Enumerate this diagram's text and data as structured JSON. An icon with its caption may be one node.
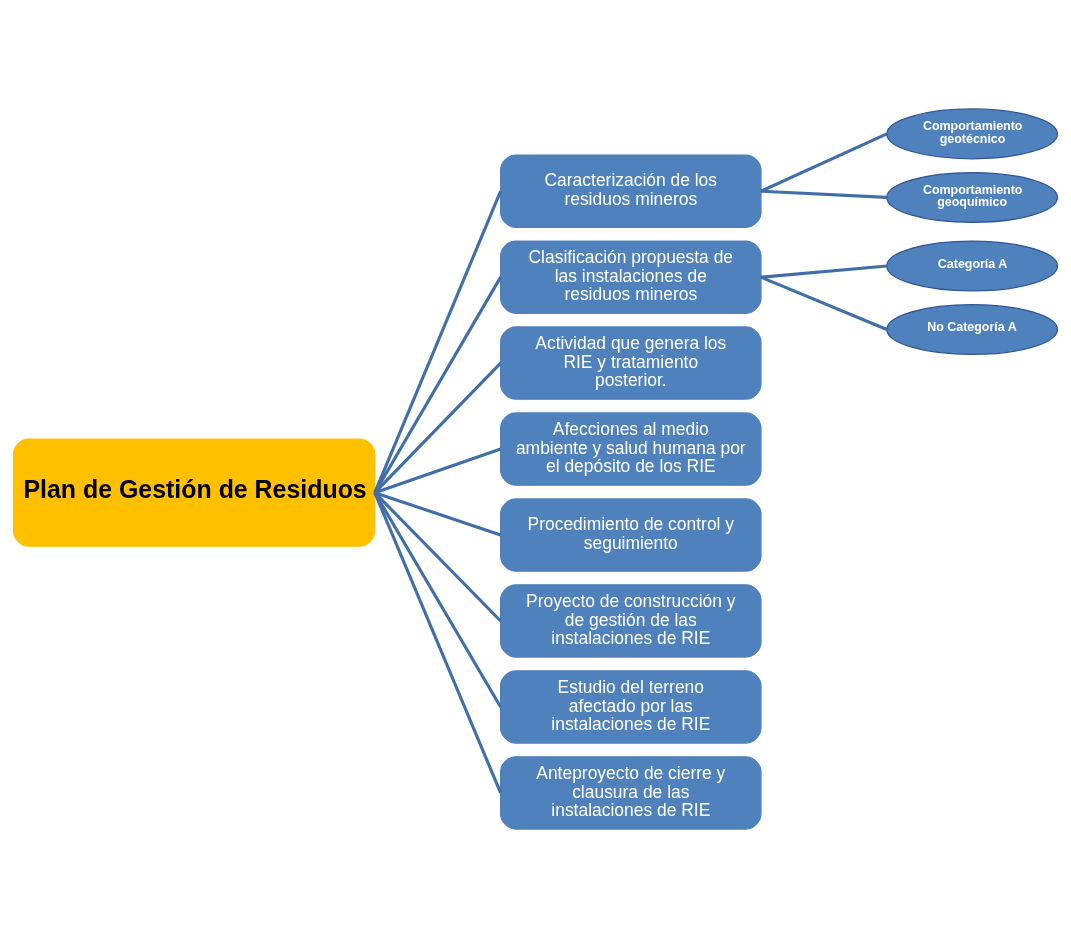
{
  "diagram": {
    "nodes": [
      {
        "text": [
          "Plan de Gestión de Residuos"
        ]
      },
      {
        "text": [
          "Caracterización de los residuos mineros"
        ]
      },
      {
        "text": [
          "Comportamiento geotécnico"
        ]
      },
      {
        "text": [
          "Comportamiento geoquímico"
        ]
      },
      {
        "text": [
          "Clasificación propuesta de las instalaciones de residuos mineros"
        ]
      },
      {
        "text": [
          "Categoría A"
        ]
      },
      {
        "text": [
          "No Categoría A"
        ]
      },
      {
        "text": [
          "Actividad que genera los RIE y tratamiento posterior."
        ]
      },
      {
        "text": [
          "Afecciones al medio ambiente y salud humana por el depósito de los RIE"
        ]
      },
      {
        "text": [
          "Procedimiento de control y seguimiento"
        ]
      },
      {
        "text": [
          "Proyecto de construcción y de gestión de las instalaciones de RIE"
        ]
      },
      {
        "text": [
          "Estudio del terreno afectado por las instalaciones de RIE"
        ]
      },
      {
        "text": [
          "Anteproyecto de cierre y clausura de las instalaciones de RIE"
        ]
      }
    ],
    "edges": [
      {
        "from": 0,
        "to": 1,
        "arrow": "none"
      },
      {
        "from": 1,
        "to": 2,
        "arrow": "none"
      },
      {
        "from": 1,
        "to": 3,
        "arrow": "none"
      },
      {
        "from": 0,
        "to": 4,
        "arrow": "none"
      },
      {
        "from": 4,
        "to": 5,
        "arrow": "none"
      },
      {
        "from": 4,
        "to": 6,
        "arrow": "none"
      },
      {
        "from": 0,
        "to": 7,
        "arrow": "none"
      },
      {
        "from": 0,
        "to": 8,
        "arrow": "none"
      },
      {
        "from": 0,
        "to": 9,
        "arrow": "none"
      },
      {
        "from": 0,
        "to": 10,
        "arrow": "none"
      },
      {
        "from": 0,
        "to": 11,
        "arrow": "none"
      },
      {
        "from": 0,
        "to": 12,
        "arrow": "none"
      }
    ]
  }
}
